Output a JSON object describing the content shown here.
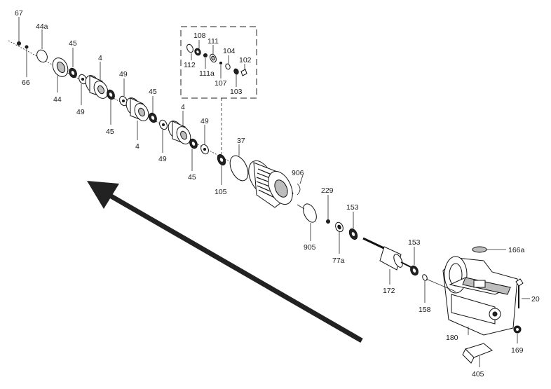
{
  "callouts": {
    "c67": "67",
    "c66": "66",
    "c44a": "44a",
    "c44": "44",
    "c45a": "45",
    "c49a": "49",
    "c4a": "4",
    "c49b": "49",
    "c45b": "45",
    "c45c": "45",
    "c4b": "4",
    "c4c": "4",
    "c49c": "49",
    "c49d": "49",
    "c45d": "45",
    "c105": "105",
    "c37": "37",
    "c108": "108",
    "c111": "111",
    "c104": "104",
    "c102": "102",
    "c112": "112",
    "c111a": "111a",
    "c107": "107",
    "c103": "103",
    "c906": "906",
    "c229": "229",
    "c153a": "153",
    "c905": "905",
    "c77a": "77a",
    "c153b": "153",
    "c172": "172",
    "c158": "158",
    "c166a": "166a",
    "c20": "20",
    "c180": "180",
    "c169": "169",
    "c405": "405"
  }
}
